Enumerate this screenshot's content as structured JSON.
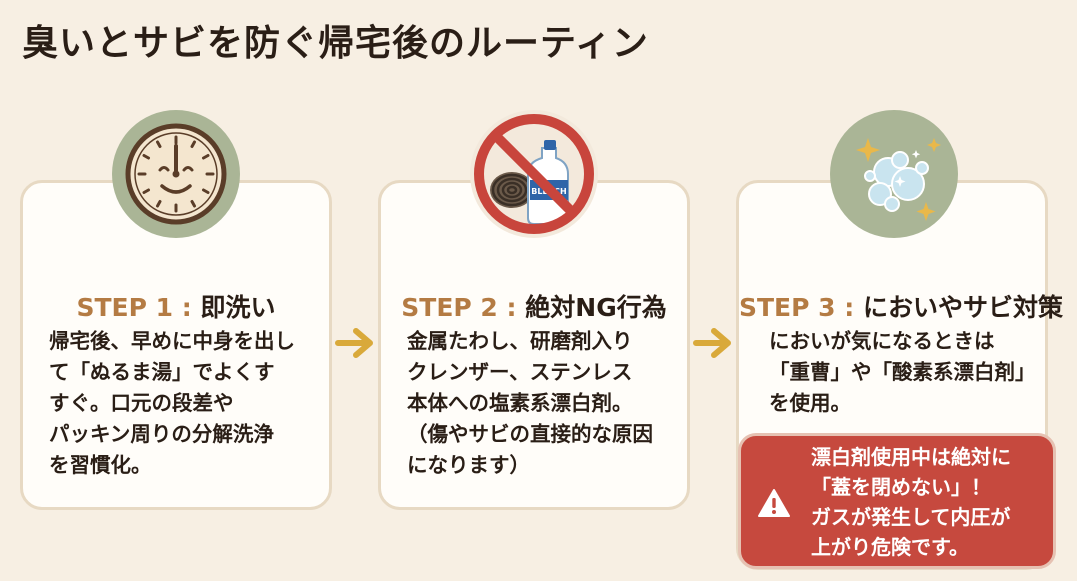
{
  "title": "臭いとサビを防ぐ帰宅後のルーティン",
  "steps": [
    {
      "number": "STEP 1",
      "colon": ":",
      "name": "即洗い",
      "icon": "clock-icon",
      "lines": [
        "帰宅後、早めに中身を出し",
        "て「ぬるま湯」でよくす",
        "すぐ。口元の段差や",
        "パッキン周りの分解洗浄",
        "を習慣化。"
      ]
    },
    {
      "number": "STEP 2",
      "colon": ":",
      "name": "絶対NG行為",
      "icon": "prohibited-icon",
      "bottle_label": "BLEACH",
      "lines": [
        "金属たわし、研磨剤入り",
        "クレンザー、ステンレス",
        "本体への塩素系漂白剤。",
        "（傷やサビの直接的な原因",
        "になります）"
      ]
    },
    {
      "number": "STEP 3",
      "colon": ":",
      "name": "においやサビ対策",
      "icon": "sparkle-bubbles-icon",
      "lines": [
        "においが気になるときは",
        "「重曹」や「酸素系漂白剤」",
        "を使用。"
      ]
    }
  ],
  "warning": {
    "icon": "warning-icon",
    "lines": [
      "漂白剤使用中は絶対に",
      "「蓋を閉めない」！",
      "ガスが発生して内圧が",
      "上がり危険です。"
    ]
  },
  "colors": {
    "background": "#f7efe3",
    "accent": "#b47b43",
    "sage": "#aab596",
    "warning": "#c6493e",
    "arrow": "#d9a93a"
  }
}
